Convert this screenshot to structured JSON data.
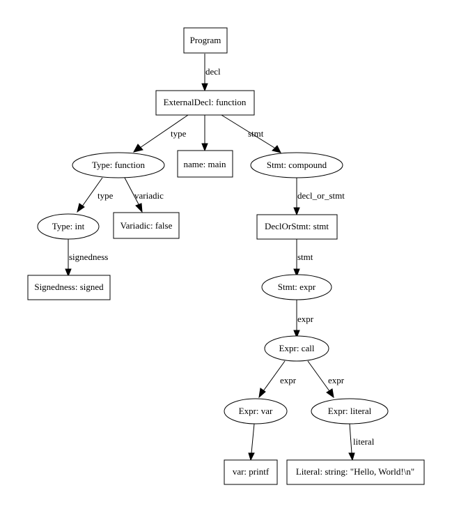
{
  "nodes": {
    "program": "Program",
    "external_decl": "ExternalDecl: function",
    "type_function": "Type: function",
    "name_main": "name: main",
    "stmt_compound": "Stmt: compound",
    "type_int": "Type: int",
    "variadic_false": "Variadic: false",
    "signedness_signed": "Signedness: signed",
    "declorstmt_stmt": "DeclOrStmt: stmt",
    "stmt_expr": "Stmt: expr",
    "expr_call": "Expr: call",
    "expr_var": "Expr: var",
    "expr_literal": "Expr: literal",
    "var_printf": "var: printf",
    "literal_string": "Literal: string: \"Hello, World!\\n\""
  },
  "edges": {
    "program_decl": "decl",
    "ext_type": "type",
    "ext_stmt": "stmt",
    "typefn_type": "type",
    "typefn_variadic": "variadic",
    "typeint_signedness": "signedness",
    "compound_decl_or_stmt": "decl_or_stmt",
    "declorstmt_stmt": "stmt",
    "stmtexpr_expr": "expr",
    "call_expr_var": "expr",
    "call_expr_literal": "expr",
    "literal_literal": "literal"
  }
}
